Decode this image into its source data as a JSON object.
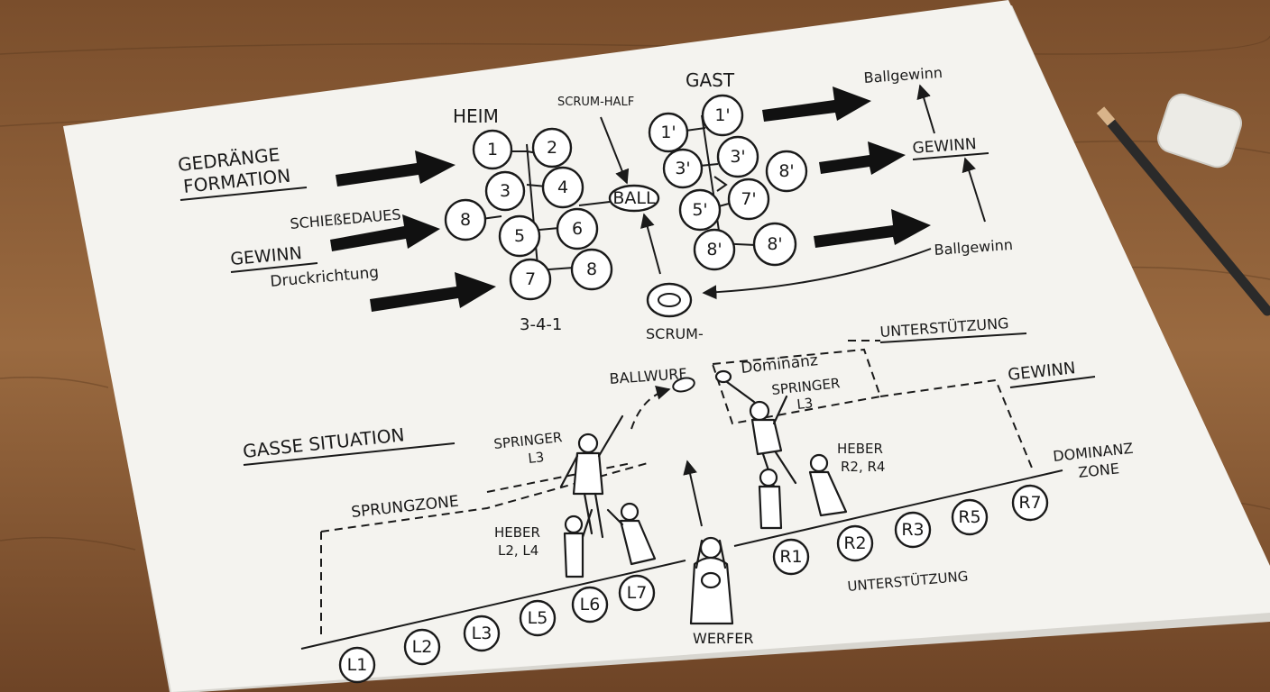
{
  "scrum": {
    "title_line1": "GEDRÄNGE",
    "title_line2": "FORMATION",
    "push_label_1": "SCHIEßEDAUES",
    "push_label_2": "GEWINN",
    "push_label_3": "Druckrichtung",
    "home_title": "HEIM",
    "away_title": "GAST",
    "scrum_half_label": "SCRUM-HALF",
    "ball_label": "BALL",
    "formation_label": "3-4-1",
    "scrum_bottom_label": "SCRUM-",
    "home_players": [
      "1",
      "2",
      "3",
      "4",
      "8",
      "5",
      "6",
      "7",
      "8"
    ],
    "away_players": [
      "1'",
      "1'",
      "3'",
      "3'",
      "8'",
      "5'",
      "7'",
      "8'",
      "8'"
    ],
    "right_top": "Ballgewinn",
    "right_mid": "GEWINN",
    "right_bottom": "Ballgewinn"
  },
  "lineout": {
    "title": "GASSE SITUATION",
    "support_top": "UNTERSTÜTZUNG",
    "dominance": "Dominanz",
    "jumper_right_1": "SPRINGER",
    "jumper_right_2": "L3",
    "gain": "GEWINN",
    "throw": "BALLWURF",
    "jumper_left_1": "SPRINGER",
    "jumper_left_2": "L3",
    "jump_zone": "SPRUNGZONE",
    "lifter_left_1": "HEBER",
    "lifter_left_2": "L2, L4",
    "lifter_right_1": "HEBER",
    "lifter_right_2": "R2, R4",
    "dominance_zone_1": "DOMINANZ",
    "dominance_zone_2": "ZONE",
    "support_bottom": "UNTERSTÜTZUNG",
    "thrower": "WERFER",
    "left_players": [
      "L1",
      "L2",
      "L3",
      "L5",
      "L6",
      "L7"
    ],
    "right_players": [
      "R1",
      "R2",
      "R3",
      "R5",
      "R7"
    ]
  }
}
